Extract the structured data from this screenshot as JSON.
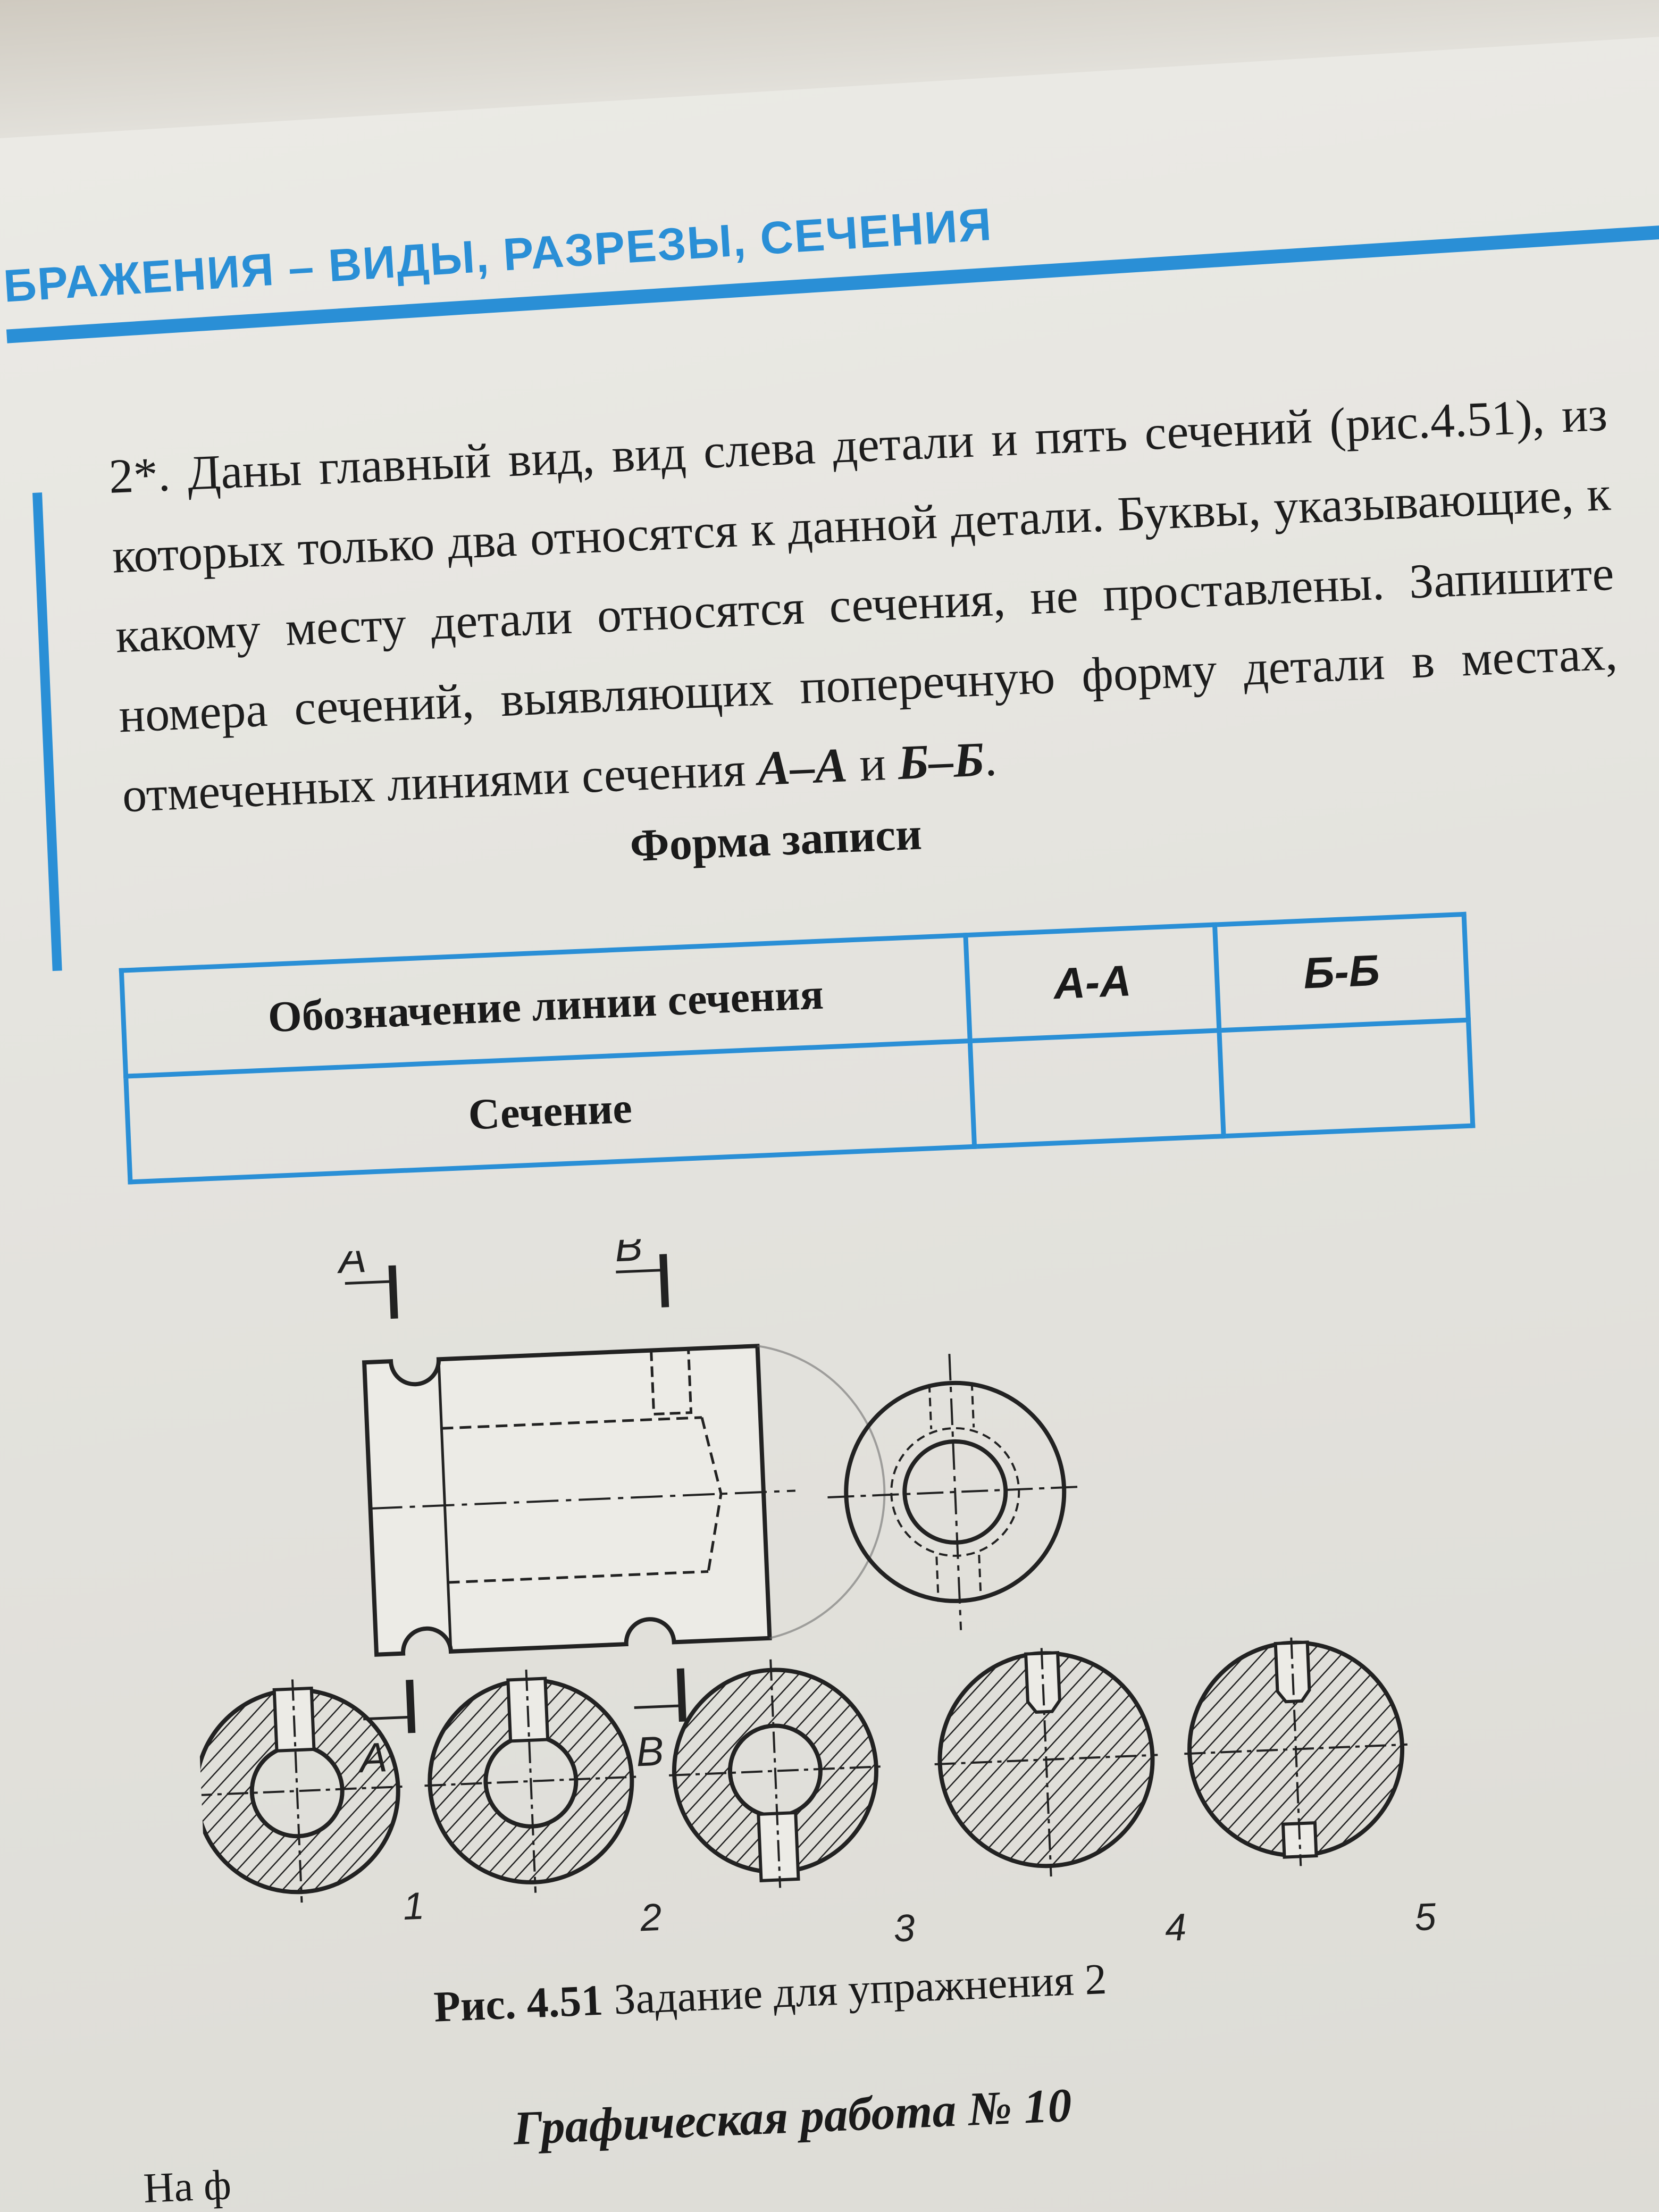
{
  "header": {
    "section_title": "БРАЖЕНИЯ – ВИДЫ, РАЗРЕЗЫ, СЕЧЕНИЯ"
  },
  "exercise": {
    "number": "2*.",
    "text_part1": " Даны главный вид, вид слева детали и пять сечений (рис.4.51), из которых только два относятся к данной детали. Буквы, указывающие, к какому месту детали относятся сечения, не проставлены. Запишите номера сечений, выявляющих поперечную форму детали в местах, отмеченных линиями сечения ",
    "section_a": "А–А",
    "conjunction": " и ",
    "section_b": "Б–Б",
    "text_end": "."
  },
  "form": {
    "title": "Форма записи",
    "row1_label": "Обозначение линии сечения",
    "col_a": "А-А",
    "col_b": "Б-Б",
    "row2_label": "Сечение",
    "row2_a": "",
    "row2_b": ""
  },
  "figure": {
    "label_a": "A",
    "label_b": "B",
    "section_numbers": [
      "1",
      "2",
      "3",
      "4",
      "5"
    ],
    "caption_num": "Рис. 4.51",
    "caption_text": " Задание для упражнения 2"
  },
  "footer": {
    "next_title": "Графическая работа № 10",
    "cut_text": "На ф"
  },
  "colors": {
    "accent": "#2a8fd6",
    "text": "#1d1d1d"
  }
}
